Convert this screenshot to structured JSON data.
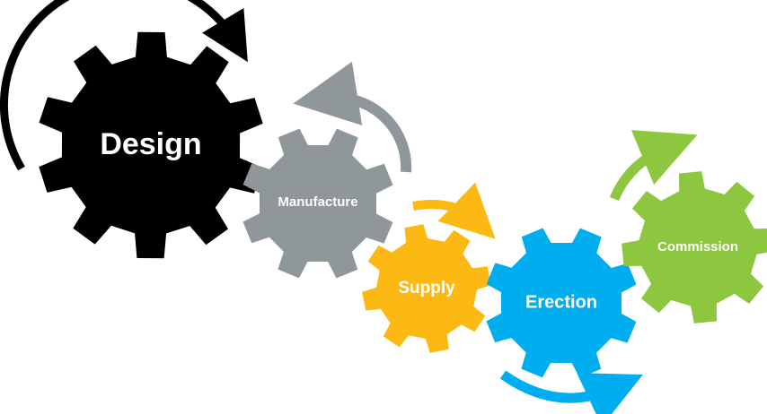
{
  "diagram": {
    "stages": [
      {
        "id": "design",
        "label": "Design",
        "color": "#000000",
        "arrow_color": "#000000",
        "arrow_direction": "clockwise"
      },
      {
        "id": "manufacture",
        "label": "Manufacture",
        "color": "#8f979b",
        "arrow_color": "#8f979b",
        "arrow_direction": "counter-clockwise"
      },
      {
        "id": "supply",
        "label": "Supply",
        "color": "#fdb913",
        "arrow_color": "#fdb913",
        "arrow_direction": "clockwise"
      },
      {
        "id": "erection",
        "label": "Erection",
        "color": "#00aeef",
        "arrow_color": "#00aeef",
        "arrow_direction": "counter-clockwise"
      },
      {
        "id": "commission",
        "label": "Commission",
        "color": "#8dc63f",
        "arrow_color": "#8dc63f",
        "arrow_direction": "clockwise"
      }
    ]
  }
}
